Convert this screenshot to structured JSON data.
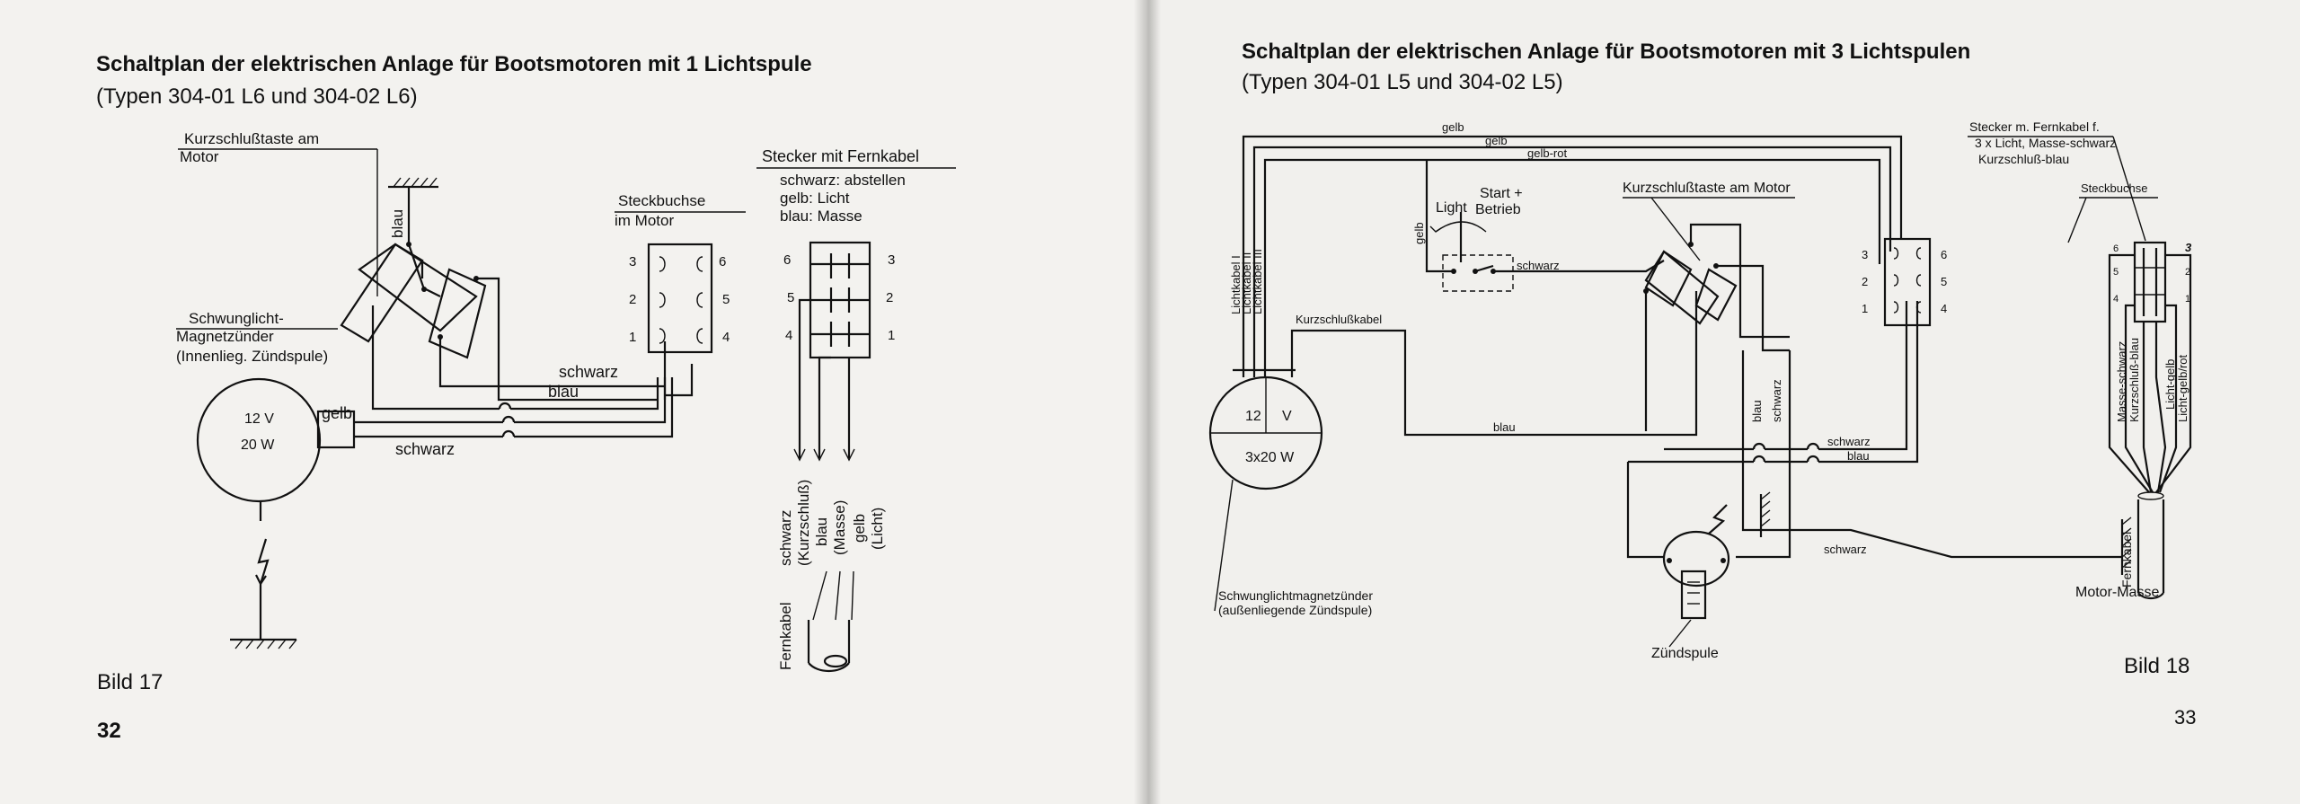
{
  "left": {
    "title": "Schaltplan der elektrischen Anlage für Bootsmotoren mit 1 Lichtspule",
    "subtitle": "(Typen 304-01 L6 und 304-02 L6)",
    "figure": "Bild 17",
    "page_number": "32",
    "labels": {
      "kill_switch_1": "Kurzschlußtaste am",
      "kill_switch_2": "Motor",
      "blau_v": "blau",
      "socket_1": "Steckbuchse",
      "socket_2": "im Motor",
      "plug_title": "Stecker mit Fernkabel",
      "plug_1": "schwarz: abstellen",
      "plug_2": "gelb: Licht",
      "plug_3": "blau: Masse",
      "magneto_1": "Schwunglicht-",
      "magneto_2": "Magnetzünder",
      "magneto_3": "(Innenlieg. Zündspule)",
      "volt": "12 V",
      "watt": "20 W",
      "gelb": "gelb",
      "schwarz_low": "schwarz",
      "schwarz_high": "schwarz",
      "blau": "blau",
      "pin_3": "3",
      "pin_2": "2",
      "pin_1": "1",
      "pin_6": "6",
      "pin_5": "5",
      "pin_4": "4",
      "plug_6": "6",
      "plug_5": "5",
      "plug_4": "4",
      "plug_3n": "3",
      "plug_2n": "2",
      "plug_1n": "1",
      "cable_schwarz": "schwarz",
      "cable_kurz": "(Kurzschluß)",
      "cable_blau": "blau",
      "cable_masse": "(Masse)",
      "cable_gelb": "gelb",
      "cable_licht": "(Licht)",
      "fernkabel": "Fernkabel"
    }
  },
  "right": {
    "title": "Schaltplan der elektrischen Anlage für Bootsmotoren mit 3 Lichtspulen",
    "subtitle": "(Typen 304-01 L5 und 304-02 L5)",
    "figure": "Bild 18",
    "page_number": "33",
    "labels": {
      "gelb1": "gelb",
      "gelb2": "gelb",
      "gelbrot": "gelb-rot",
      "start": "Start +",
      "light": "Light",
      "betrieb": "Betrieb",
      "gelb_v": "gelb",
      "schwarz_sw": "schwarz",
      "kill": "Kurzschlußtaste am Motor",
      "lk1": "Lichtkabel I",
      "lk2": "Lichtkabel II",
      "lk3": "Lichtkabel III",
      "kurzkabel": "Kurzschlußkabel",
      "volt": "12",
      "v": "V",
      "watt": "3x20 W",
      "blau_mid": "blau",
      "blau_v": "blau",
      "schwarz_v": "schwarz",
      "schwarz_h": "schwarz",
      "blau_h": "blau",
      "schwarz_low": "schwarz",
      "magneto_1": "Schwunglichtmagnetzünder",
      "magneto_2": "(außenliegende Zündspule)",
      "coil": "Zündspule",
      "motor_masse": "Motor-Masse",
      "stecker_1": "Stecker m. Fernkabel f.",
      "stecker_2": "3 x Licht, Masse-schwarz",
      "stecker_3": "Kurzschluß-blau",
      "steckbuchse": "Steckbuchse",
      "p3": "3",
      "p2": "2",
      "p1": "1",
      "p6": "6",
      "p5": "5",
      "p4": "4",
      "q6": "6",
      "q5": "5",
      "q4": "4",
      "q3": "3",
      "q2": "2",
      "q1": "1",
      "masse_schwarz": "Masse-schwarz",
      "kurz_blau": "Kurzschluß-blau",
      "licht_gelb": "Licht-gelb",
      "licht_gelbrot": "Licht-gelb/rot",
      "fernkabel": "Fernkabel"
    }
  }
}
